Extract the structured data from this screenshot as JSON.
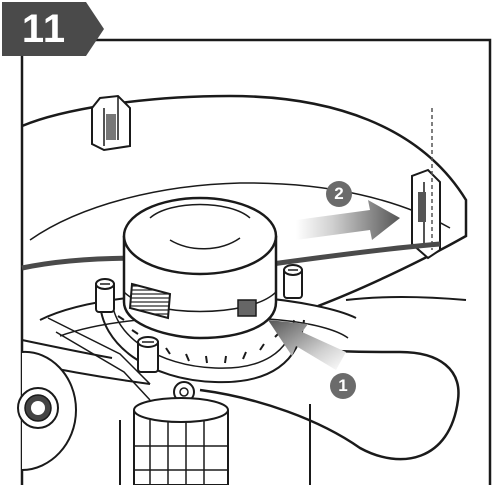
{
  "step": {
    "number": "11"
  },
  "callouts": [
    {
      "label": "1"
    },
    {
      "label": "2"
    }
  ],
  "colors": {
    "badge": "#4a4a4a",
    "callout": "#6b6b6b",
    "line": "#1a1a1a",
    "arrow_gradient_start": "#ffffff",
    "arrow_gradient_end": "#5a5a5a"
  }
}
